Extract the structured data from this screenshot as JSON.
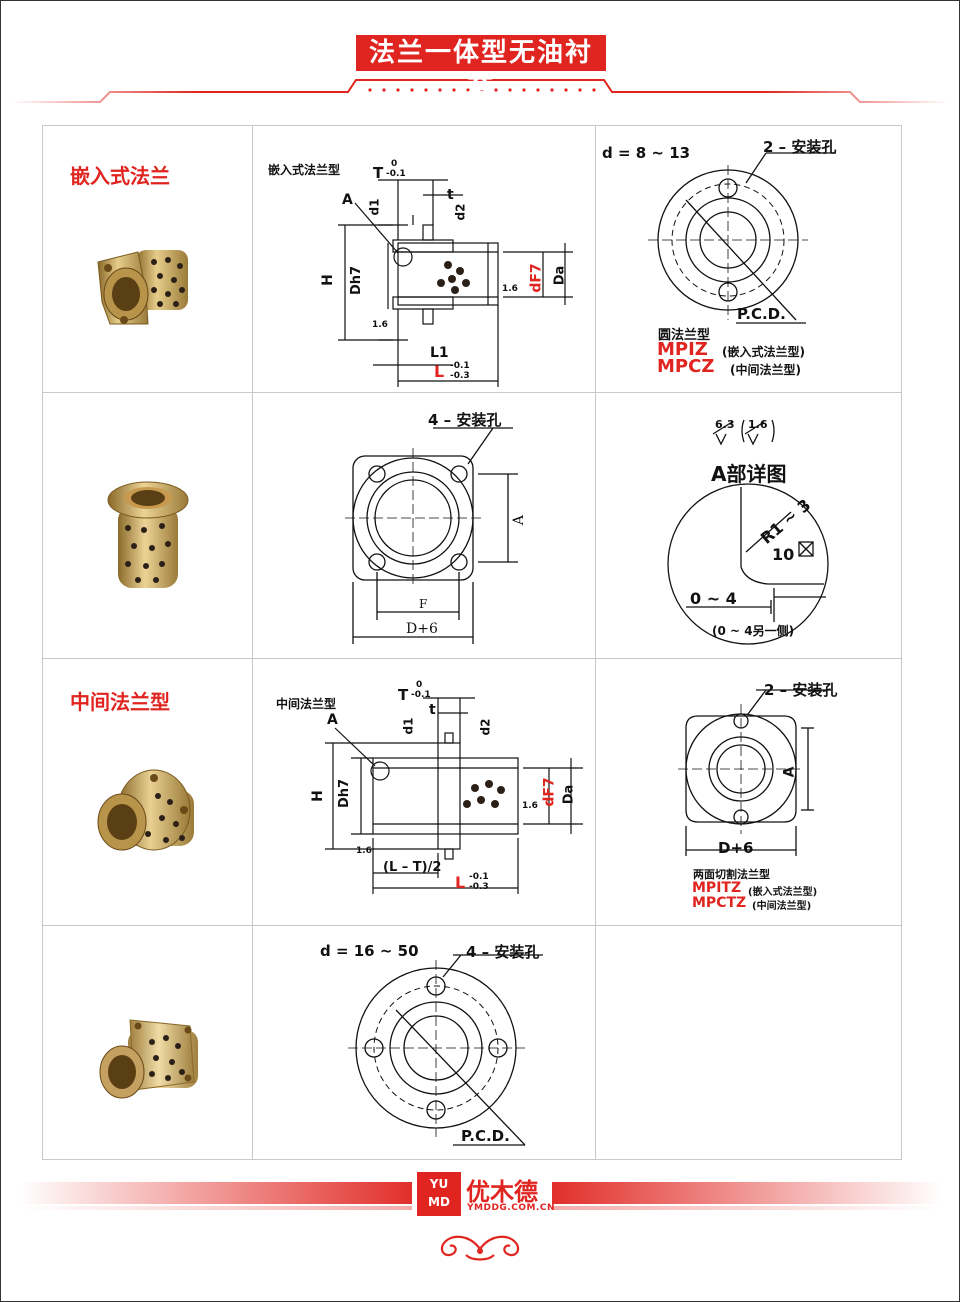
{
  "title": "法兰一体型无油衬套",
  "rows": [
    {
      "label": "嵌入式法兰"
    },
    {
      "label": ""
    },
    {
      "label": "中间法兰型"
    },
    {
      "label": ""
    }
  ],
  "drawings": {
    "embedded_side": {
      "caption": "嵌入式法兰型",
      "T": "T",
      "T_tol_top": "0",
      "T_tol_bot": "-0.1",
      "t": "t",
      "d1": "d1",
      "d2": "d2",
      "A": "A",
      "H": "H",
      "Dh7": "Dh7",
      "dF7": "dF7",
      "Da": "Da",
      "L1": "L1",
      "L": "L",
      "L_tol_top": "-0.1",
      "L_tol_bot": "-0.3",
      "rough": "1.6"
    },
    "round_flange": {
      "range": "d = 8 ~ 13",
      "holes": "2 – 安装孔",
      "pcd": "P.C.D.",
      "type": "圆法兰型",
      "models": [
        {
          "code": "MPIZ",
          "desc": "(嵌入式法兰型)"
        },
        {
          "code": "MPCZ",
          "desc": "(中间法兰型)"
        }
      ]
    },
    "square_flange": {
      "holes": "4 – 安装孔",
      "A": "A",
      "F": "F",
      "D6": "D+6"
    },
    "detail_a": {
      "rough1": "6.3",
      "rough2": "1.6",
      "title": "A部详图",
      "r": "R1 ~ 3",
      "ten": "10",
      "gap": "0 ~ 4",
      "gap_note": "(0 ~ 4另一侧)"
    },
    "middle_side": {
      "caption": "中间法兰型",
      "T": "T",
      "T_tol_top": "0",
      "T_tol_bot": "-0.1",
      "t": "t",
      "d1": "d1",
      "d2": "d2",
      "A": "A",
      "H": "H",
      "Dh7": "Dh7",
      "dF7": "dF7",
      "Da": "Da",
      "LT2": "(L – T)/2",
      "L": "L",
      "L_tol_top": "-0.1",
      "L_tol_bot": "-0.3",
      "rough": "1.6"
    },
    "two_side_cut": {
      "holes": "2 – 安装孔",
      "A": "A",
      "D6": "D+6",
      "type": "两面切割法兰型",
      "models": [
        {
          "code": "MPITZ",
          "desc": "(嵌入式法兰型)"
        },
        {
          "code": "MPCTZ",
          "desc": "(中间法兰型)"
        }
      ]
    },
    "four_hole_round": {
      "range": "d = 16 ~ 50",
      "holes": "4 – 安装孔",
      "pcd": "P.C.D."
    }
  },
  "footer": {
    "logo_top": "YU",
    "logo_bot": "MD",
    "brand": "优木德",
    "url": "YMDDG.COM.CN"
  },
  "colors": {
    "accent": "#e0241f",
    "bronze": "#c9a65a",
    "graphite": "#2a2018"
  }
}
